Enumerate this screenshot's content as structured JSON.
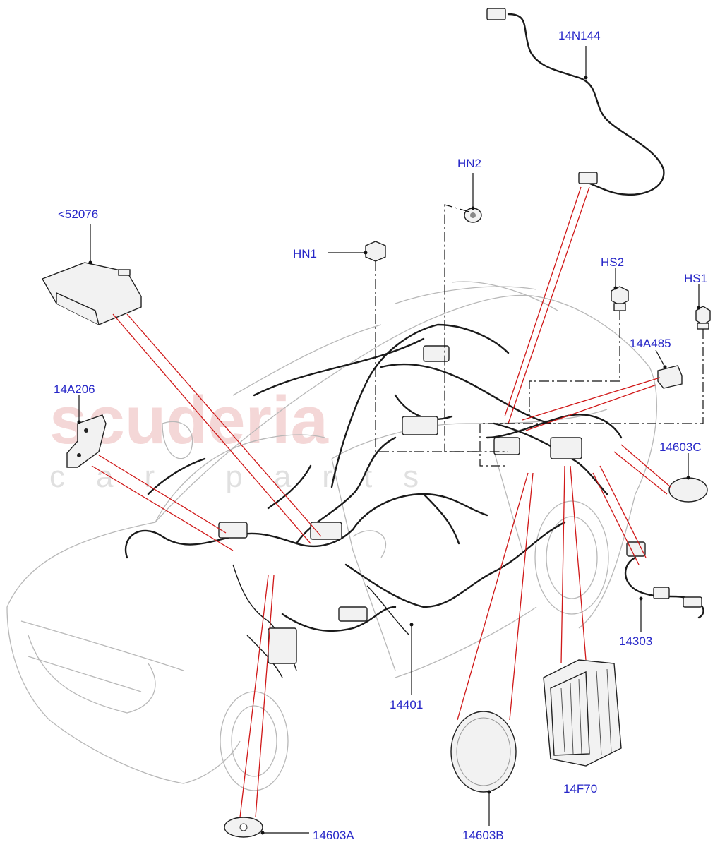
{
  "watermark": {
    "line1": "scuderia",
    "line2": "car parts"
  },
  "labels": {
    "p14N144": "14N144",
    "pHN2": "HN2",
    "p52076": "<52076",
    "pHN1": "HN1",
    "pHS2": "HS2",
    "pHS1": "HS1",
    "p14A485": "14A485",
    "p14A206": "14A206",
    "p14603C": "14603C",
    "p14303": "14303",
    "p14401": "14401",
    "p14F70": "14F70",
    "p14603A": "14603A",
    "p14603B": "14603B"
  },
  "colors": {
    "label": "#2727c8",
    "leader_red": "#d01818",
    "car_outline": "#b8b8b8"
  }
}
